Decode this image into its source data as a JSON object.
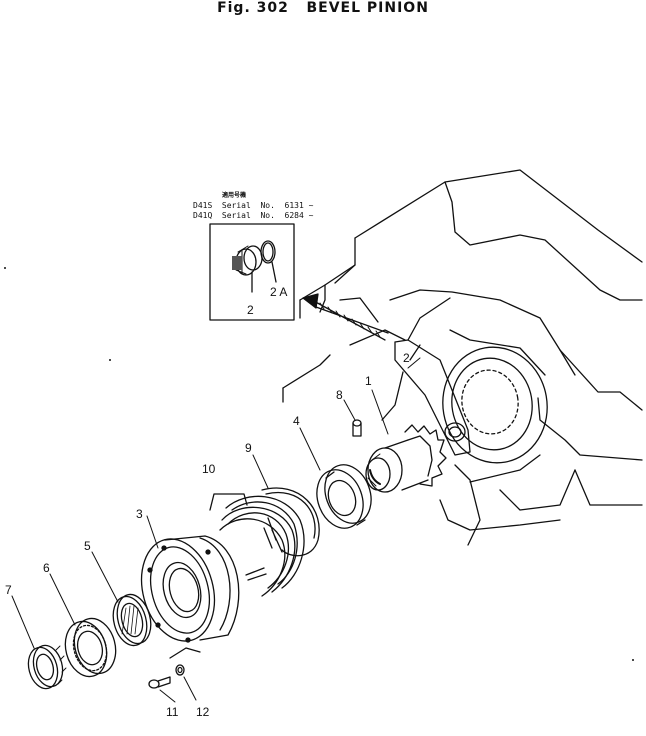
{
  "title": "Fig. 302   BEVEL PINION",
  "applicability": {
    "heading": "適用号機",
    "rows": [
      {
        "model": "D41S",
        "text": "Serial  No.  6131 ~"
      },
      {
        "model": "D41Q",
        "text": "Serial  No.  6284 ~"
      }
    ]
  },
  "inset_labels": [
    "2",
    "2 A"
  ],
  "parts": [
    {
      "num": "1"
    },
    {
      "num": "2"
    },
    {
      "num": "3"
    },
    {
      "num": "4"
    },
    {
      "num": "5"
    },
    {
      "num": "6"
    },
    {
      "num": "7"
    },
    {
      "num": "8"
    },
    {
      "num": "9"
    },
    {
      "num": "10"
    },
    {
      "num": "11"
    },
    {
      "num": "12"
    }
  ]
}
